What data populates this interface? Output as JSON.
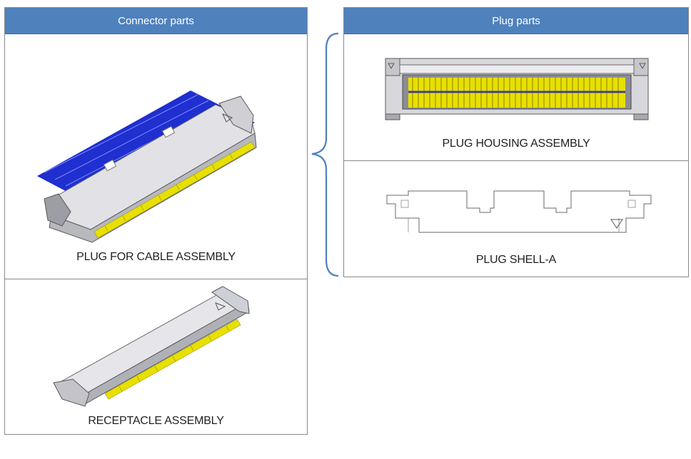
{
  "connector_parts": {
    "header": "Connector parts",
    "items": [
      {
        "caption": "PLUG FOR CABLE ASSEMBLY"
      },
      {
        "caption": "RECEPTACLE ASSEMBLY"
      }
    ]
  },
  "plug_parts": {
    "header": "Plug parts",
    "items": [
      {
        "caption": "PLUG HOUSING ASSEMBLY"
      },
      {
        "caption": "PLUG SHELL-A"
      }
    ]
  },
  "colors": {
    "header_bg": "#4f81bd",
    "bracket": "#4f81bd",
    "cable_blue": "#1f2fd0",
    "pin_yellow": "#e8e000",
    "housing_gray": "#d9d9dd"
  }
}
